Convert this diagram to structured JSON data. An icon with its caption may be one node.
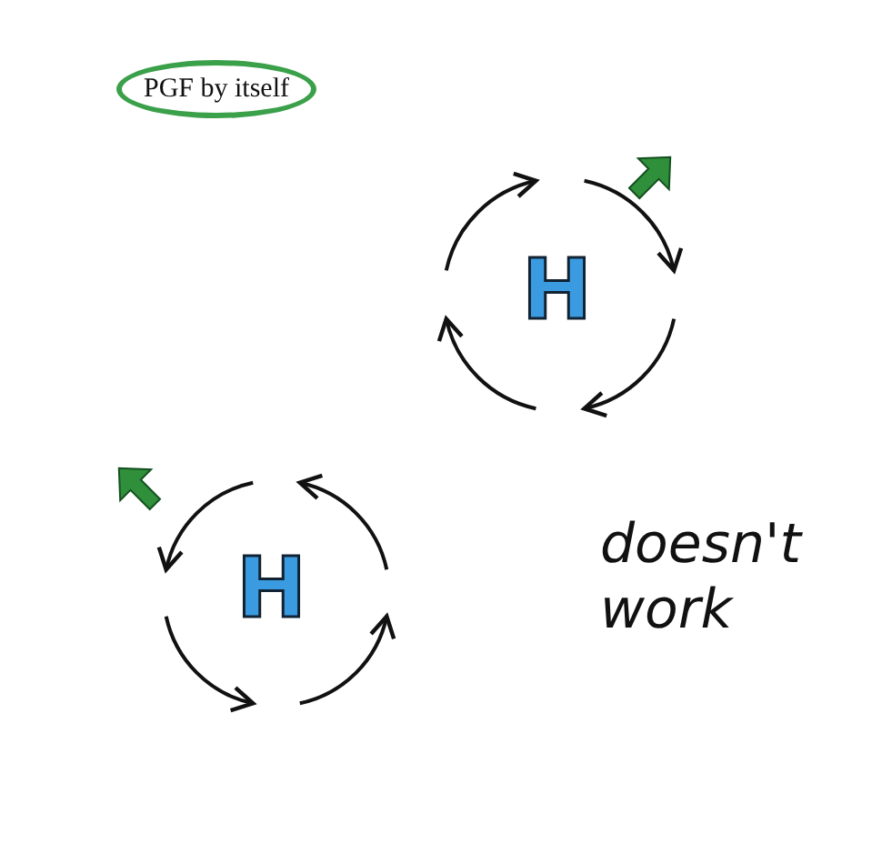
{
  "diagram": {
    "nodes": [
      {
        "text": [
          "PGF by itself"
        ]
      }
    ],
    "labels": [
      "H",
      "H",
      "doesn't work"
    ]
  }
}
